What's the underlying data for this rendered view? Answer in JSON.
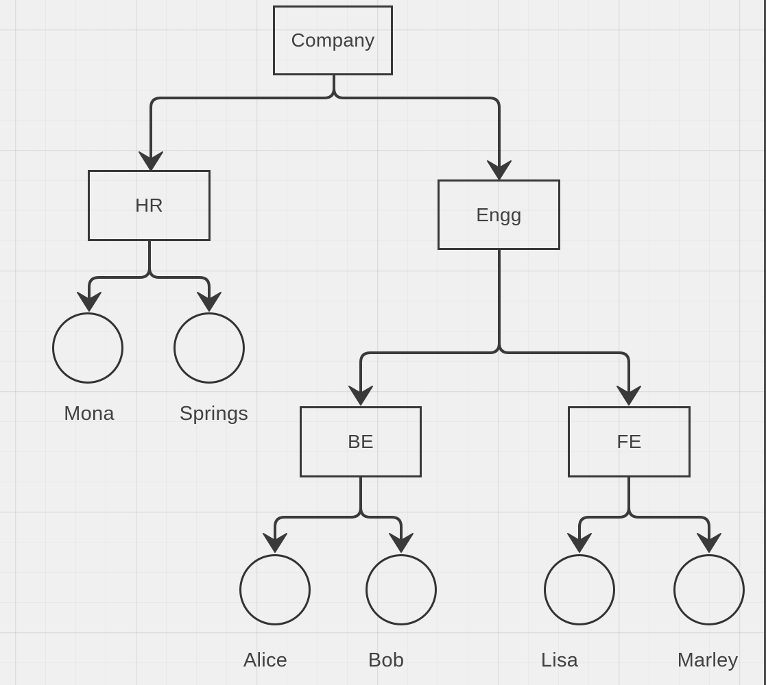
{
  "canvas": {
    "background_color": "#f0f0f1",
    "grid": "on",
    "stroke_color": "#3a3a3a",
    "text_color": "#414141"
  },
  "diagram": {
    "type": "org-chart-tree",
    "nodes": {
      "company": {
        "label": "Company",
        "shape": "rectangle"
      },
      "hr": {
        "label": "HR",
        "shape": "rectangle"
      },
      "engg": {
        "label": "Engg",
        "shape": "rectangle"
      },
      "be": {
        "label": "BE",
        "shape": "rectangle"
      },
      "fe": {
        "label": "FE",
        "shape": "rectangle"
      },
      "mona": {
        "label": "Mona",
        "shape": "circle"
      },
      "springs": {
        "label": "Springs",
        "shape": "circle"
      },
      "alice": {
        "label": "Alice",
        "shape": "circle"
      },
      "bob": {
        "label": "Bob",
        "shape": "circle"
      },
      "lisa": {
        "label": "Lisa",
        "shape": "circle"
      },
      "marley": {
        "label": "Marley",
        "shape": "circle"
      }
    },
    "edges": [
      {
        "from": "Company",
        "to": "HR"
      },
      {
        "from": "Company",
        "to": "Engg"
      },
      {
        "from": "HR",
        "to": "Mona"
      },
      {
        "from": "HR",
        "to": "Springs"
      },
      {
        "from": "Engg",
        "to": "BE"
      },
      {
        "from": "Engg",
        "to": "FE"
      },
      {
        "from": "BE",
        "to": "Alice"
      },
      {
        "from": "BE",
        "to": "Bob"
      },
      {
        "from": "FE",
        "to": "Lisa"
      },
      {
        "from": "FE",
        "to": "Marley"
      }
    ]
  }
}
